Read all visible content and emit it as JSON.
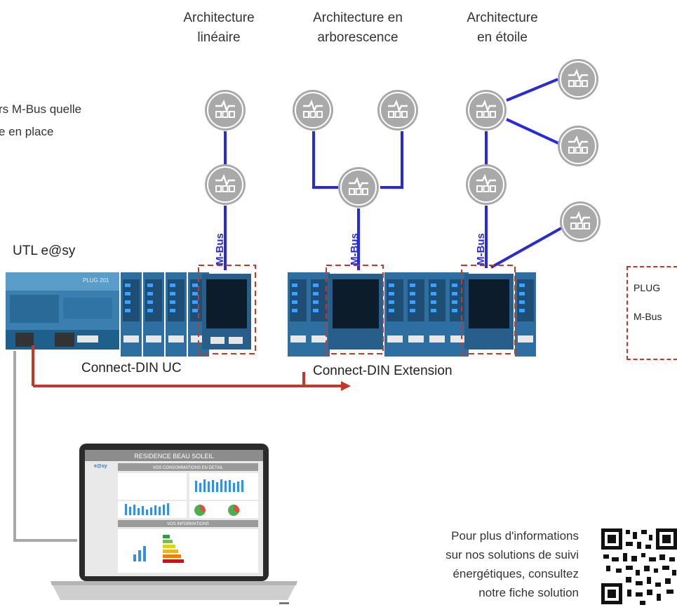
{
  "intro_text": "rs M-Bus quelle\ne en place",
  "architectures": [
    {
      "title": "Architecture\nlinéaire"
    },
    {
      "title": "Architecture en\narborescence"
    },
    {
      "title": "Architecture\nen étoile"
    }
  ],
  "meter_icon": "meter-icon",
  "mbus_logo_text": "M-Bus",
  "utl_label": "UTL e@sy",
  "controller_badge": "PLUG 201",
  "connect_uc_label": "Connect-DIN UC",
  "connect_ext_label": "Connect-DIN Extension",
  "legend": {
    "line1": "PLUG",
    "line2": "M-Bus"
  },
  "laptop": {
    "title": "RESIDENCE BEAU SOLEIL",
    "logo": "e@sy",
    "section1": "VOS CONSOMMATIONS EN DETAIL",
    "section2": "VOS INFORMATIONS"
  },
  "footer_text": "Pour plus d'informations\nsur nos solutions de suivi\nénergétiques, consultez\nnotre fiche solution",
  "colors": {
    "bus_line": "#2a2ad8",
    "red_link": "#c0392b",
    "grey_link": "#a8a8a8",
    "meter_fill": "#a9a9a9"
  }
}
